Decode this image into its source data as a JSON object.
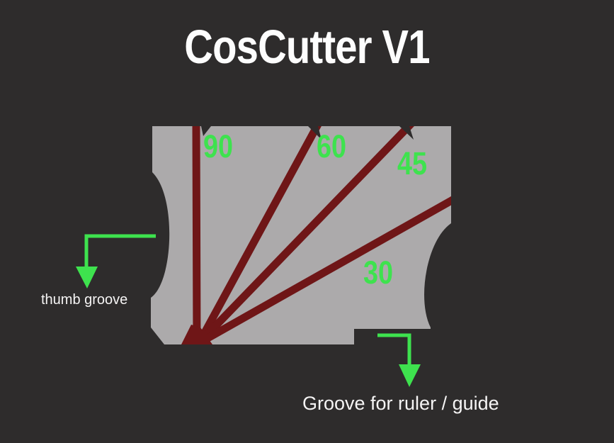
{
  "diagram": {
    "tool_name": "CosCutter V1",
    "angle_markings": [
      "90",
      "60",
      "45",
      "30"
    ],
    "callouts": {
      "thumb": "thumb groove",
      "ruler": "Groove for ruler / guide"
    },
    "colors": {
      "background": "#2e2c2c",
      "body_gray": "#acaaab",
      "groove_red": "#6f1617",
      "accent_green": "#3ee24e",
      "text_white": "#f5f4f4"
    }
  }
}
